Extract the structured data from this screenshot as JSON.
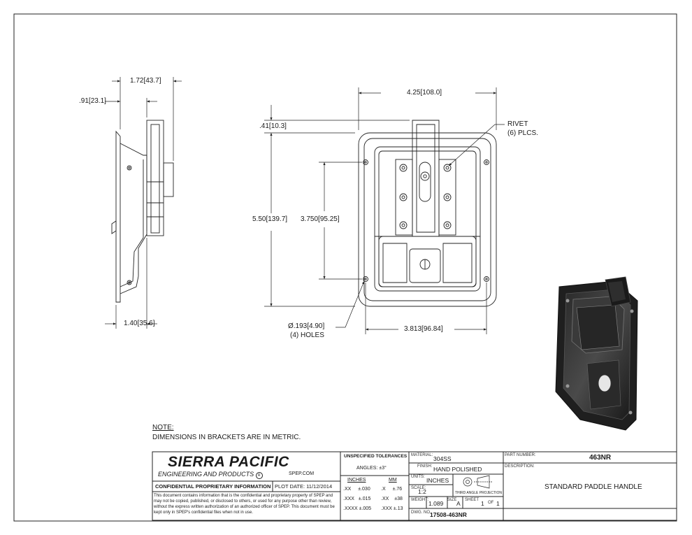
{
  "note": {
    "heading": "NOTE:",
    "text": "DIMENSIONS IN BRACKETS ARE IN METRIC."
  },
  "dims": {
    "side_width": "1.72",
    "side_width_mm": "43.7",
    "side_offset": ".91",
    "side_offset_mm": "23.1",
    "side_bottom": "1.40",
    "side_bottom_mm": "35.6",
    "overall_width": "4.25",
    "overall_width_mm": "108.0",
    "top_offset": ".41",
    "top_offset_mm": "10.3",
    "overall_height": "5.50",
    "overall_height_mm": "139.7",
    "hole_spacing_v": "3.750",
    "hole_spacing_v_mm": "95.25",
    "hole_spacing_h": "3.813",
    "hole_spacing_h_mm": "96.84",
    "hole_dia": "Ø.193",
    "hole_dia_mm": "4.90",
    "hole_dia_note": "(4) HOLES",
    "rivet_label": "RIVET",
    "rivet_note": "(6) PLCS."
  },
  "title_block": {
    "company": "SIERRA PACIFIC",
    "company_sub": "ENGINEERING AND PRODUCTS",
    "registered": "R",
    "website": "SPEP.COM",
    "confidential_heading": "CONFIDENTIAL PROPRIETARY INFORMATION",
    "plot_date_label": "PLOT DATE:",
    "plot_date": "11/12/2014",
    "confidential_text": "This document contains information that is the confidential and proprietary property of SPEP and may not be copied, published, or disclosed to others, or used for any purpose other than review, without the express written authorization of an authorized officer of SPEP. This document must be kept only in SPEP's confidential files when not in use.",
    "tolerances_heading": "UNSPECIFIED TOLERANCES",
    "angles": "ANGLES: ±3°",
    "inches_label": "INCHES",
    "mm_label": "MM",
    "tol_inches": [
      [
        ".XX",
        "±.030"
      ],
      [
        ".XXX",
        "±.015"
      ],
      [
        ".XXXX",
        "±.005"
      ]
    ],
    "tol_mm": [
      [
        ".X",
        "±.76"
      ],
      [
        ".XX",
        "±38"
      ],
      [
        ".XXX",
        "±.13"
      ]
    ],
    "material_label": "MATERIAL:",
    "material": "304SS",
    "finish_label": "FINISH:",
    "finish": "HAND POLISHED",
    "units_label": "UNITS:",
    "units": "INCHES",
    "scale_label": "SCALE:",
    "scale": "1:2",
    "projection_label": "THIRD ANGLE PROJECTION",
    "weight_label": "WEIGHT:",
    "weight": "1.089",
    "size_label": "SIZE",
    "size": "A",
    "sheet_label": "SHEET",
    "sheet": "1",
    "of_label": "OF",
    "sheet_total": "1",
    "dwg_label": "DWG. NO.",
    "dwg_no": "17508-463NR",
    "part_number_label": "PART NUMBER:",
    "part_number": "463NR",
    "description_label": "DESCRIPTION:",
    "description": "STANDARD PADDLE HANDLE"
  }
}
